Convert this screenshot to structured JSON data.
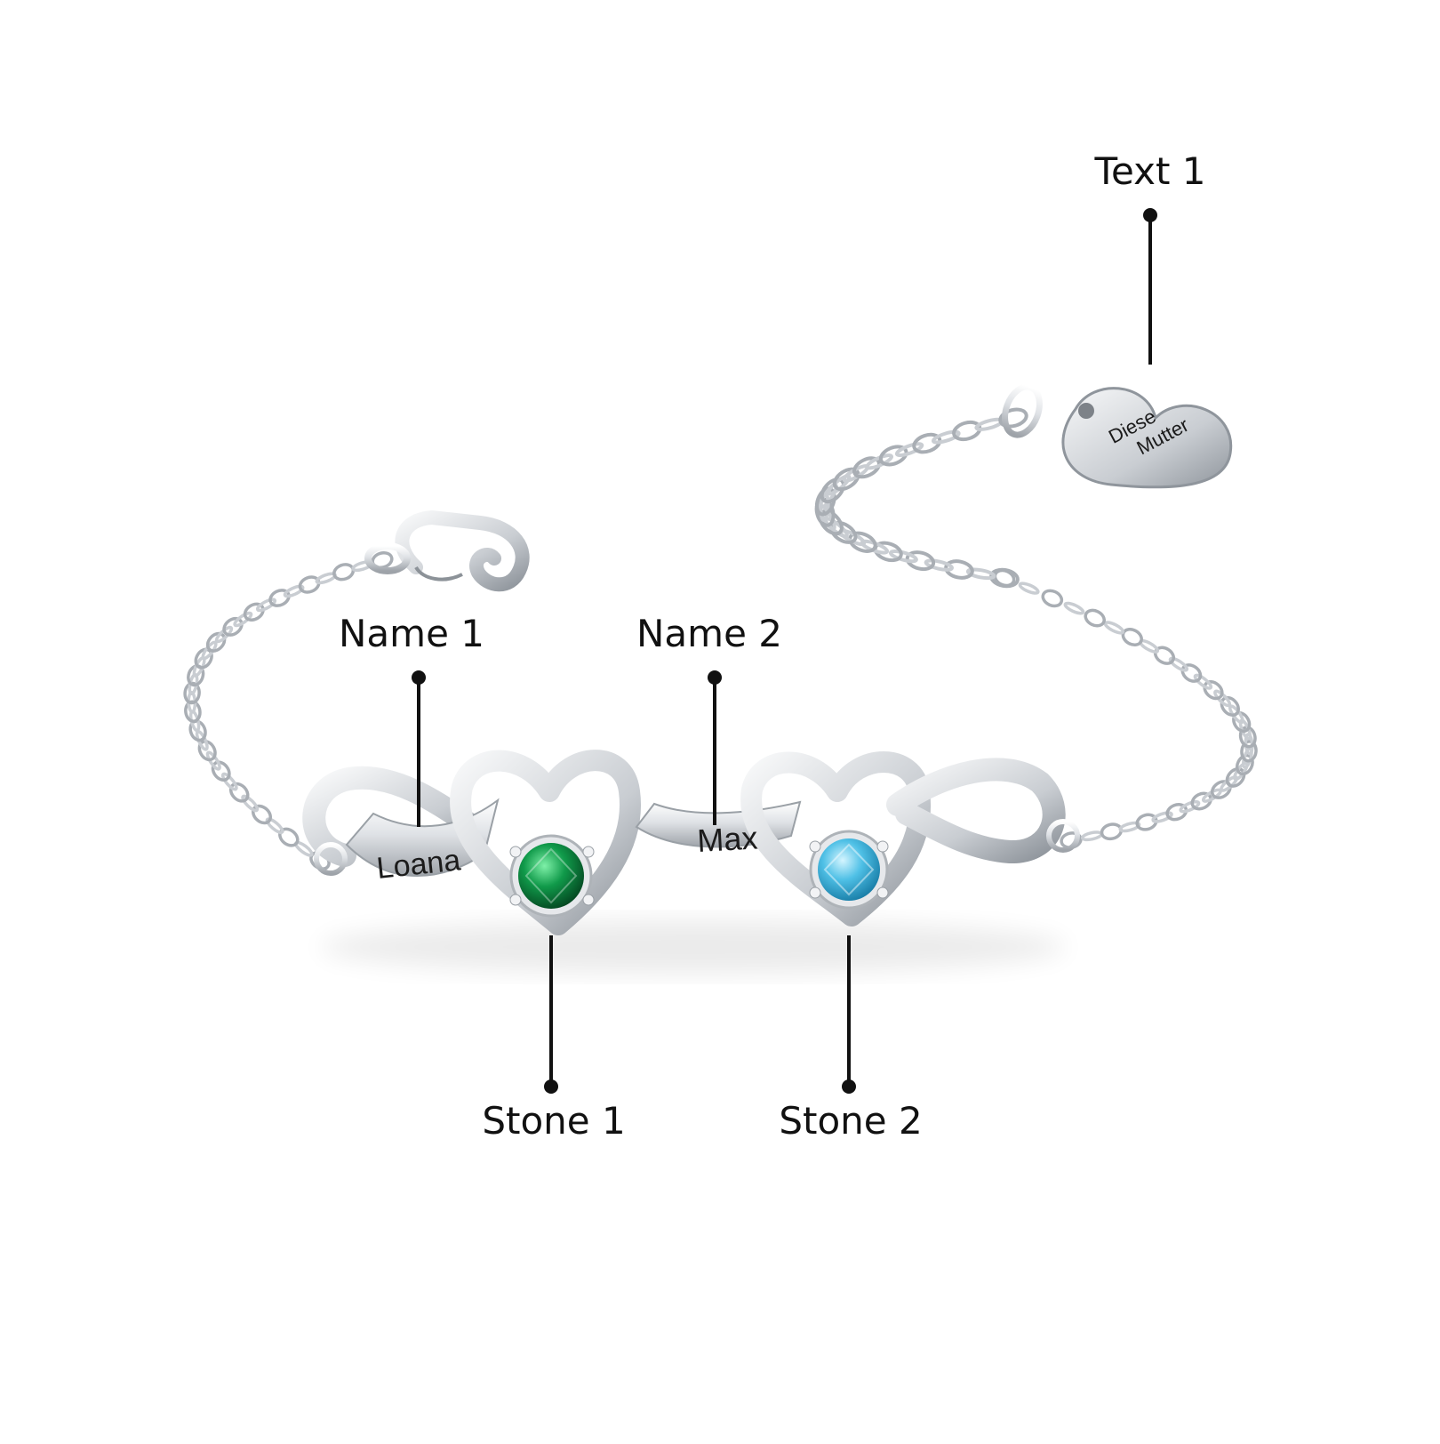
{
  "callouts": {
    "text1": "Text 1",
    "name1": "Name 1",
    "name2": "Name 2",
    "stone1": "Stone 1",
    "stone2": "Stone 2"
  },
  "engravings": {
    "name1": "Loana",
    "name2": "Max",
    "tag_line1": "Diese",
    "tag_line2": "Mutter"
  },
  "colors": {
    "stone1": "#0d8f45",
    "stone2": "#45b8e0",
    "metal": "#cfd2d6",
    "callout": "#111111"
  }
}
